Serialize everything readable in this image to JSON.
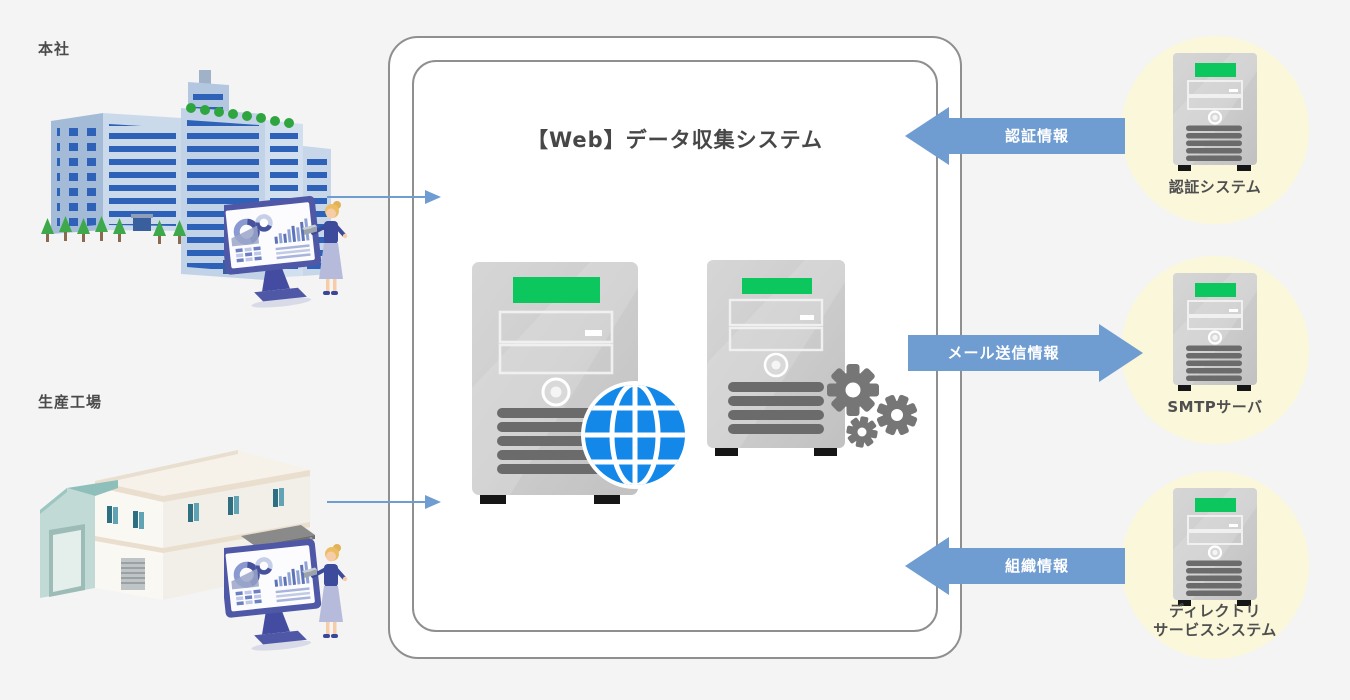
{
  "colors": {
    "background": "#f4f4f5",
    "box_border": "#8f8f8f",
    "accent_blue": "#6f9cd1",
    "circle_yellow": "#faf7da",
    "server_green": "#0cc75e",
    "globe_blue": "#1488e8",
    "gear_gray": "#767676",
    "text_dark": "#4a4a4a"
  },
  "sources": {
    "hq_label": "本社",
    "factory_label": "生産工場"
  },
  "system_box": {
    "title": "【Web】データ収集システム"
  },
  "flows": [
    {
      "id": "auth",
      "label": "認証情報",
      "direction": "into-system"
    },
    {
      "id": "mail",
      "label": "メール送信情報",
      "direction": "out-of-system"
    },
    {
      "id": "org",
      "label": "組織情報",
      "direction": "into-system"
    }
  ],
  "external_systems": [
    {
      "label": "認証システム"
    },
    {
      "label": "SMTPサーバ"
    },
    {
      "label": "ディレクトリ\nサービスシステム"
    }
  ],
  "icons": {
    "web_server": "globe-icon",
    "batch_server": "gears-icon",
    "external_server": "server-tower-icon",
    "headquarters": "office-building-icon",
    "factory": "factory-building-icon",
    "analyst": "monitor-chart-and-person-icon"
  }
}
